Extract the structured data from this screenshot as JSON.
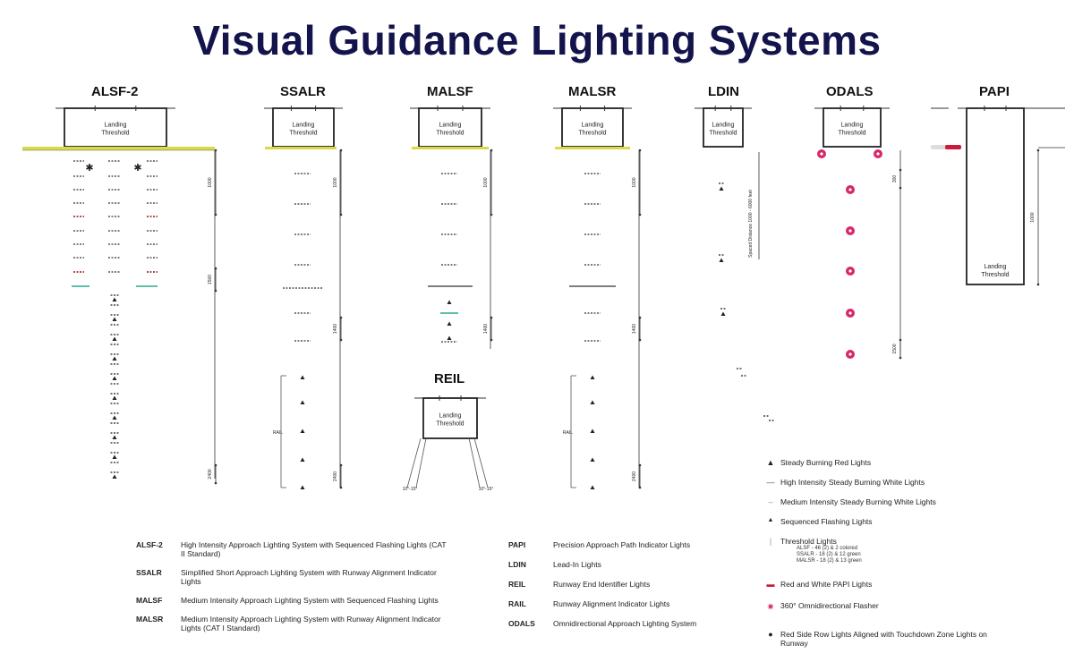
{
  "title": "Visual Guidance Lighting Systems",
  "systems": {
    "alsf2": "ALSF-2",
    "ssalr": "SSALR",
    "malsf": "MALSF",
    "malsr": "MALSR",
    "ldin": "LDIN",
    "odals": "ODALS",
    "papi": "PAPI",
    "reil": "REIL"
  },
  "threshold_line1": "Landing",
  "threshold_line2": "Threshold",
  "abbreviations_left": [
    {
      "abbr": "ALSF-2",
      "desc": "High Intensity Approach Lighting System with Sequenced Flashing Lights (CAT II Standard)"
    },
    {
      "abbr": "SSALR",
      "desc": "Simplified Short Approach Lighting System with Runway Alignment Indicator Lights"
    },
    {
      "abbr": "MALSF",
      "desc": "Medium Intensity Approach Lighting System with Sequenced Flashing Lights"
    },
    {
      "abbr": "MALSR",
      "desc": "Medium Intensity Approach Lighting System with Runway Alignment Indicator Lights (CAT I Standard)"
    }
  ],
  "abbreviations_right": [
    {
      "abbr": "PAPI",
      "desc": "Precision Approach Path Indicator Lights"
    },
    {
      "abbr": "LDIN",
      "desc": "Lead-In Lights"
    },
    {
      "abbr": "REIL",
      "desc": "Runway End Identifier Lights"
    },
    {
      "abbr": "RAIL",
      "desc": "Runway Alignment Indicator Lights"
    },
    {
      "abbr": "ODALS",
      "desc": "Omnidirectional Approach Lighting System"
    }
  ],
  "key": [
    {
      "icon": "steady-red-light-icon",
      "symbol": "▲",
      "color": "#222222",
      "text": "Steady Burning Red Lights"
    },
    {
      "icon": "high-intensity-white-light-icon",
      "symbol": "—",
      "color": "#555555",
      "text": "High Intensity Steady Burning White Lights"
    },
    {
      "icon": "medium-intensity-white-light-icon",
      "symbol": "–",
      "color": "#888888",
      "text": "Medium Intensity Steady Burning White Lights"
    },
    {
      "icon": "sequenced-flashing-light-icon",
      "symbol": "▲",
      "color": "#222222",
      "text": "Sequenced Flashing Lights"
    },
    {
      "icon": "threshold-light-icon",
      "symbol": "|",
      "color": "#999999",
      "text": "Threshold Lights",
      "sub": [
        "ALSF - 46 (2) & 2 colored",
        "SSALR - 18 (2) & 12 green",
        "MALSR - 18 (2) & 13 green"
      ]
    },
    {
      "icon": "papi-light-icon",
      "symbol": "▬",
      "color": "#cc1a3a",
      "text": "Red and White PAPI Lights"
    },
    {
      "icon": "omnidirectional-flasher-icon",
      "symbol": "✷",
      "color": "#d6276a",
      "text": "360° Omnidirectional Flasher"
    },
    {
      "icon": "red-side-row-light-icon",
      "symbol": "●",
      "color": "#222222",
      "text": "Red Side Row Lights Aligned with Touchdown Zone Lights on Runway"
    }
  ],
  "colors": {
    "title": "#14144d",
    "threshold_bar": "#d9d94a",
    "threshold_green": "#2aa890",
    "flasher": "#d6276a",
    "papi": "#cc1a3a"
  }
}
